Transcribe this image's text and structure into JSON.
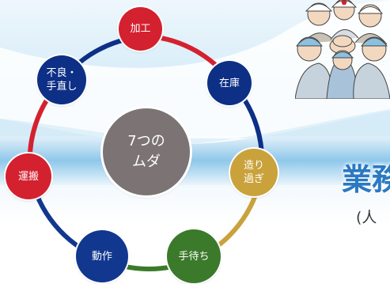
{
  "diagram": {
    "center": {
      "label": "7つの\nムダ",
      "color": "#7b7374"
    },
    "nodes": [
      {
        "id": "kakou",
        "label": "加工",
        "color": "#d4212f"
      },
      {
        "id": "zaiko",
        "label": "在庫",
        "color": "#0d2f86"
      },
      {
        "id": "tsukurisugi",
        "label": "造り\n過ぎ",
        "color": "#c9a23c"
      },
      {
        "id": "temachi",
        "label": "手待ち",
        "color": "#3b7a2b"
      },
      {
        "id": "dousa",
        "label": "動作",
        "color": "#12378f"
      },
      {
        "id": "unpan",
        "label": "運搬",
        "color": "#d4212f"
      },
      {
        "id": "furyou",
        "label": "不良・\n手直し",
        "color": "#0d2f86"
      }
    ]
  },
  "heading": {
    "title": "業務",
    "subtitle": "(人"
  },
  "illustration": {
    "name": "workers-team-huddle"
  }
}
